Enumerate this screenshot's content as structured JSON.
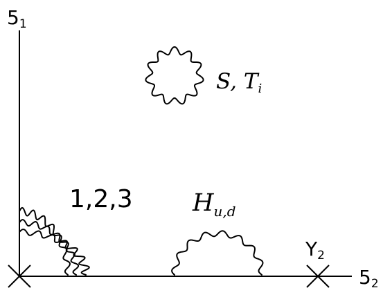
{
  "axes": {
    "vertical_label_base": "5",
    "vertical_label_sub": "1",
    "horizontal_label_base": "5",
    "horizontal_label_sub": "2"
  },
  "labels": {
    "gauge_fields": "1,2,3",
    "higgs_base": "H",
    "higgs_sub": "u,d",
    "singlet": "S, T",
    "singlet_sub": "i",
    "yukawa_base": "Y",
    "yukawa_sub": "2"
  },
  "colors": {
    "ink": "#000000",
    "background": "#ffffff"
  }
}
